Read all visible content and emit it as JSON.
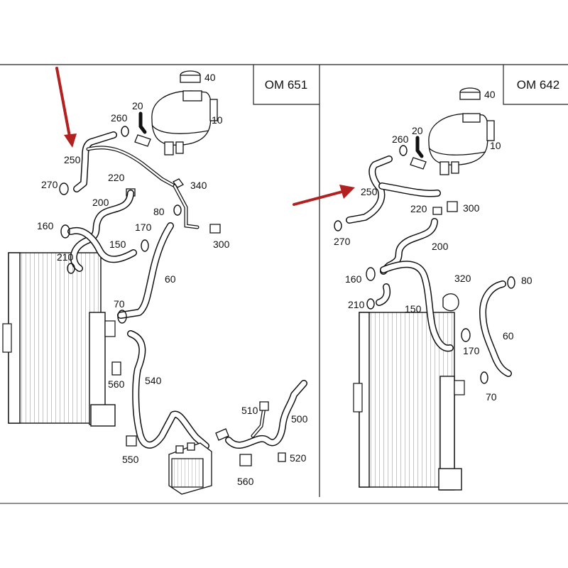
{
  "panels": [
    {
      "title": "OM 651",
      "labels": [
        "40",
        "20",
        "260",
        "10",
        "250",
        "220",
        "270",
        "340",
        "200",
        "80",
        "160",
        "170",
        "300",
        "150",
        "210",
        "60",
        "70",
        "560",
        "540",
        "510",
        "500",
        "520",
        "550",
        "560"
      ]
    },
    {
      "title": "OM 642",
      "labels": [
        "40",
        "20",
        "260",
        "10",
        "250",
        "220",
        "300",
        "270",
        "200",
        "320",
        "160",
        "80",
        "210",
        "150",
        "60",
        "170",
        "70"
      ]
    }
  ],
  "arrow_color": "#b22020"
}
